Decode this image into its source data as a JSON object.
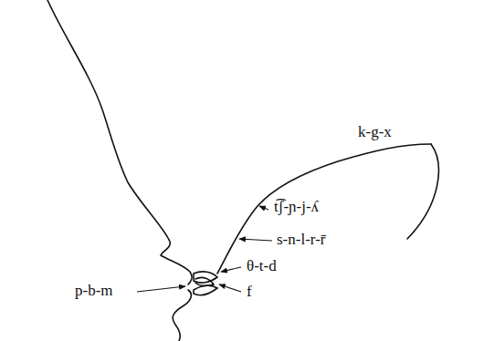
{
  "diagram": {
    "labels": [
      "k-g-x",
      "t͡ʃ-ɲ-j-ʎ",
      "p-b-m",
      "s-n-l-r-r̄",
      "θ-t-d",
      "f"
    ]
  }
}
